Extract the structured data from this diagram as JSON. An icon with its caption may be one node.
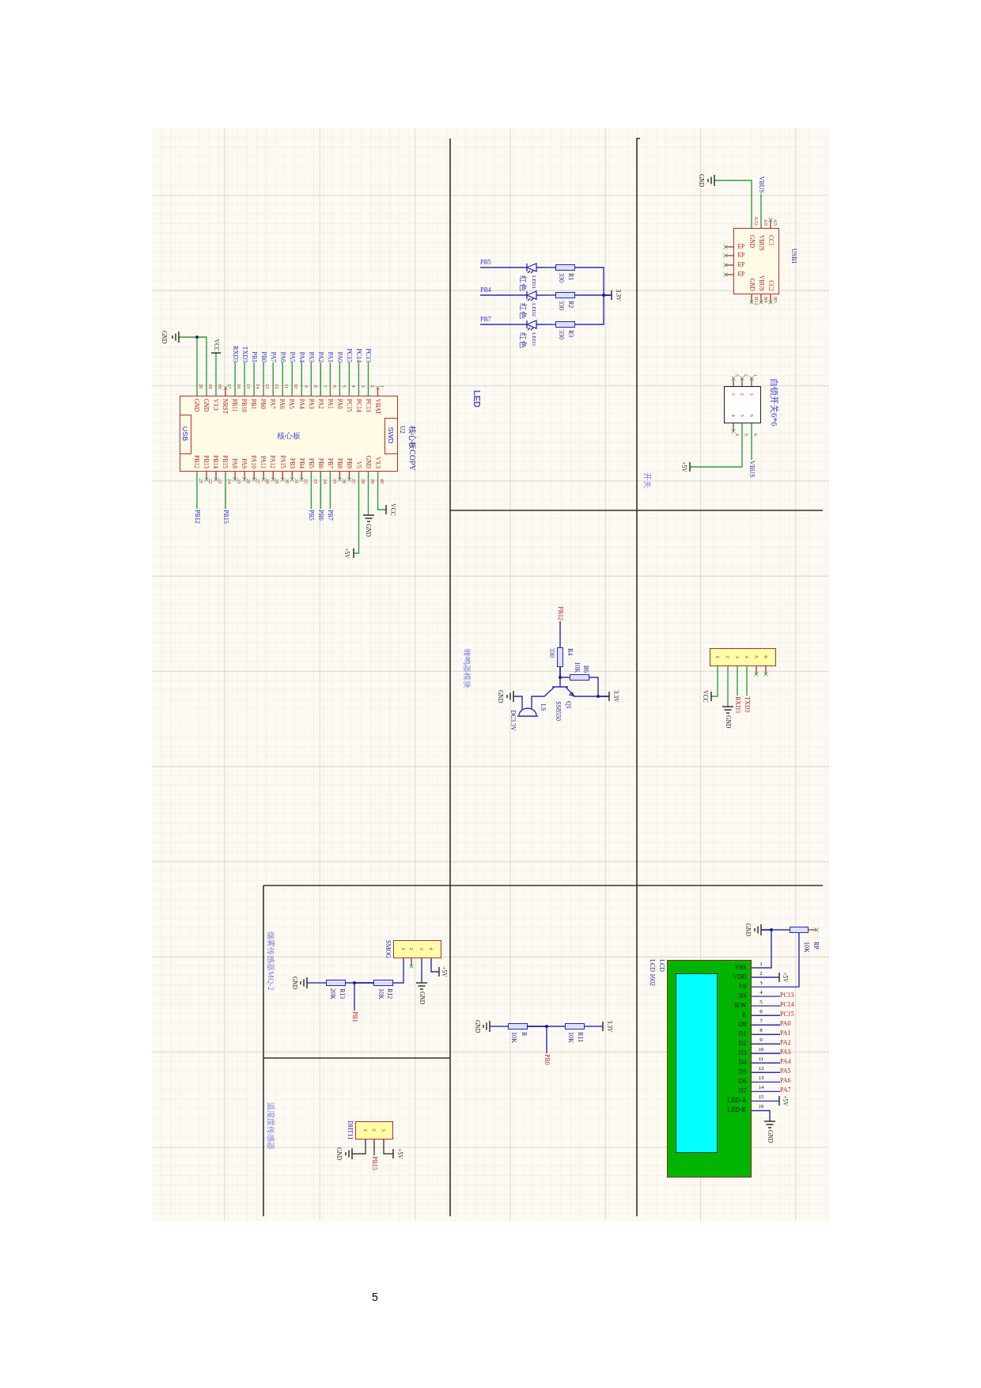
{
  "diagram": {
    "nodes": [
      {
        "text": [
          "核心板",
          "VBAT",
          "PC13",
          "PC14",
          "PC15",
          "PA0",
          "PA1",
          "PA2",
          "PA3",
          "PA4",
          "PA5",
          "PA6",
          "PA7",
          "PB0",
          "PB1",
          "PB10",
          "PB11",
          "NRST",
          "V3.3",
          "GND",
          "GND",
          "PB12",
          "PB13",
          "PB14",
          "PB15",
          "PA8",
          "PA9",
          "PA10",
          "PA11",
          "PA12",
          "PA15",
          "PB3",
          "PB4",
          "PB5",
          "PB6",
          "PB7",
          "PB8",
          "PB9",
          "V5",
          "GND",
          "V3.3"
        ],
        "beside": [
          "U2",
          "核心板COPY",
          "1",
          "2",
          "3",
          "4",
          "5",
          "6",
          "7",
          "8",
          "9",
          "10",
          "11",
          "12",
          "13",
          "14",
          "15",
          "16",
          "17",
          "18",
          "19",
          "20",
          "21",
          "22",
          "23",
          "24",
          "25",
          "26",
          "27",
          "28",
          "29",
          "30",
          "31",
          "32",
          "33",
          "34",
          "35",
          "36",
          "37",
          "38",
          "39",
          "40"
        ]
      },
      {
        "text": [
          "USB"
        ],
        "in": 0
      },
      {
        "text": [
          "SWD"
        ],
        "in": 0
      },
      {
        "text": [
          "RXD3"
        ]
      },
      {
        "text": [
          "TXD3"
        ]
      },
      {
        "text": [
          "PB1"
        ]
      },
      {
        "text": [
          "PB0"
        ]
      },
      {
        "text": [
          "PA7"
        ]
      },
      {
        "text": [
          "PA6"
        ]
      },
      {
        "text": [
          "PA5"
        ]
      },
      {
        "text": [
          "PA4"
        ]
      },
      {
        "text": [
          "PA3"
        ]
      },
      {
        "text": [
          "PA2"
        ]
      },
      {
        "text": [
          "PA1"
        ]
      },
      {
        "text": [
          "PA0"
        ]
      },
      {
        "text": [
          "PC15"
        ]
      },
      {
        "text": [
          "PC14"
        ]
      },
      {
        "text": [
          "PC13"
        ]
      },
      {
        "text": [
          "GND"
        ]
      },
      {
        "text": [
          "VCC"
        ]
      },
      {
        "text": [
          "PB12"
        ]
      },
      {
        "text": [
          "PB15"
        ]
      },
      {
        "text": [
          "PB5"
        ]
      },
      {
        "text": [
          "PB6"
        ]
      },
      {
        "text": [
          "PB7"
        ]
      },
      {
        "text": [
          "GND"
        ]
      },
      {
        "text": [
          "+5V"
        ]
      },
      {
        "text": [
          "VCC"
        ]
      },
      {
        "text": [
          "PB5"
        ]
      },
      {
        "text": [],
        "shape": "picture",
        "beside": [
          "LED1",
          "红色"
        ]
      },
      {
        "text": [],
        "shape": "box",
        "beside": [
          "R1",
          "330"
        ]
      },
      {
        "text": [
          "PB4"
        ]
      },
      {
        "text": [],
        "shape": "picture",
        "beside": [
          "LED2",
          "红色"
        ]
      },
      {
        "text": [],
        "shape": "box",
        "beside": [
          "R2",
          "330"
        ]
      },
      {
        "text": [
          "PB7"
        ]
      },
      {
        "text": [],
        "shape": "picture",
        "beside": [
          "LED3",
          "红色"
        ]
      },
      {
        "text": [],
        "shape": "box",
        "beside": [
          "R3",
          "330"
        ]
      },
      {
        "text": [
          "3.3V"
        ]
      },
      {
        "text": [
          "CC1",
          "VBUS",
          "GND",
          "EP",
          "EP",
          "EP",
          "EP",
          "CC2",
          "VBUS",
          "GND"
        ],
        "beside": [
          "USB1",
          "A12",
          "A9",
          "A5",
          "B12",
          "B9",
          "B5"
        ]
      },
      {
        "text": [
          "GND"
        ]
      },
      {
        "text": [
          "VBUS"
        ]
      },
      {
        "text": [
          "3",
          "2",
          "1",
          "4",
          "5",
          "6"
        ],
        "beside": [
          "自锁开关6*6",
          "3",
          "2",
          "1",
          "4",
          "5",
          "6"
        ]
      },
      {
        "text": [
          "+5V"
        ]
      },
      {
        "text": [
          "VBUS"
        ]
      },
      {
        "text": [
          "PB12"
        ]
      },
      {
        "text": [],
        "shape": "box",
        "beside": [
          "R4",
          "330"
        ]
      },
      {
        "text": [],
        "shape": "box",
        "beside": [
          "R6",
          "10K"
        ]
      },
      {
        "text": [
          "3.3V"
        ]
      },
      {
        "text": [],
        "shape": "picture",
        "beside": [
          "Q1",
          "SS8550"
        ]
      },
      {
        "text": [],
        "shape": "picture",
        "beside": [
          "LS",
          "DC3.3V"
        ]
      },
      {
        "text": [
          "GND"
        ]
      },
      {
        "text": [
          "1",
          "2",
          "3",
          "4",
          "5",
          "6"
        ]
      },
      {
        "text": [
          "VCC"
        ]
      },
      {
        "text": [
          "GND"
        ]
      },
      {
        "text": [
          "RXD3"
        ]
      },
      {
        "text": [
          "TXD3"
        ]
      },
      {
        "text": [
          "1",
          "2",
          "3",
          "4"
        ],
        "beside": [
          "SMOG"
        ]
      },
      {
        "text": [
          "+5V"
        ]
      },
      {
        "text": [
          "GND"
        ]
      },
      {
        "text": [],
        "shape": "box",
        "beside": [
          "R12",
          "10K"
        ]
      },
      {
        "text": [],
        "shape": "box",
        "beside": [
          "R13",
          "20K"
        ]
      },
      {
        "text": [
          "PB1"
        ]
      },
      {
        "text": [
          "GND"
        ]
      },
      {
        "text": [
          "1",
          "2",
          "3"
        ],
        "beside": [
          "DHT11"
        ]
      },
      {
        "text": [
          "GND"
        ]
      },
      {
        "text": [
          "PB15"
        ]
      },
      {
        "text": [
          "+5V"
        ]
      },
      {
        "text": [
          "GND"
        ]
      },
      {
        "text": [],
        "shape": "box",
        "beside": [
          "R",
          "10K"
        ]
      },
      {
        "text": [],
        "shape": "box",
        "beside": [
          "R11",
          "10K"
        ]
      },
      {
        "text": [
          "PB0"
        ]
      },
      {
        "text": [
          "3.3V"
        ]
      },
      {
        "text": [
          "VSS",
          "VDD",
          "V0",
          "RS",
          "R/W",
          "E",
          "D0",
          "D1",
          "D2",
          "D3",
          "D4",
          "D5",
          "D6",
          "D7",
          "LED-A",
          "LED-K"
        ],
        "beside": [
          "LCD",
          "LCD 1602",
          "1",
          "2",
          "3",
          "4",
          "5",
          "6",
          "7",
          "8",
          "9",
          "10",
          "11",
          "12",
          "13",
          "14",
          "15",
          "16"
        ]
      },
      {
        "text": [],
        "shape": "box",
        "in": 72
      },
      {
        "text": [
          "GND"
        ]
      },
      {
        "text": [],
        "shape": "box",
        "beside": [
          "RP",
          "10K"
        ]
      },
      {
        "text": [
          "+5V"
        ]
      },
      {
        "text": [
          "PC13"
        ]
      },
      {
        "text": [
          "PC14"
        ]
      },
      {
        "text": [
          "PC15"
        ]
      },
      {
        "text": [
          "PA0"
        ]
      },
      {
        "text": [
          "PA1"
        ]
      },
      {
        "text": [
          "PA2"
        ]
      },
      {
        "text": [
          "PA3"
        ]
      },
      {
        "text": [
          "PA4"
        ]
      },
      {
        "text": [
          "PA5"
        ]
      },
      {
        "text": [
          "PA6"
        ]
      },
      {
        "text": [
          "PA7"
        ]
      },
      {
        "text": [
          "+5V"
        ]
      },
      {
        "text": [
          "GND"
        ]
      }
    ],
    "edges": [
      {
        "from": 0,
        "to": 3,
        "arrow": "none",
        "color": "#2f9e3a"
      },
      {
        "from": 0,
        "to": 4,
        "arrow": "none",
        "color": "#2f9e3a"
      },
      {
        "from": 0,
        "to": 5,
        "arrow": "none",
        "color": "#2f9e3a"
      },
      {
        "from": 0,
        "to": 6,
        "arrow": "none",
        "color": "#2f9e3a"
      },
      {
        "from": 0,
        "to": 7,
        "arrow": "none",
        "color": "#2f9e3a"
      },
      {
        "from": 0,
        "to": 8,
        "arrow": "none",
        "color": "#2f9e3a"
      },
      {
        "from": 0,
        "to": 9,
        "arrow": "none",
        "color": "#2f9e3a"
      },
      {
        "from": 0,
        "to": 10,
        "arrow": "none",
        "color": "#2f9e3a"
      },
      {
        "from": 0,
        "to": 11,
        "arrow": "none",
        "color": "#2f9e3a"
      },
      {
        "from": 0,
        "to": 12,
        "arrow": "none",
        "color": "#2f9e3a"
      },
      {
        "from": 0,
        "to": 13,
        "arrow": "none",
        "color": "#2f9e3a"
      },
      {
        "from": 0,
        "to": 14,
        "arrow": "none",
        "color": "#2f9e3a"
      },
      {
        "from": 0,
        "to": 15,
        "arrow": "none",
        "color": "#2f9e3a"
      },
      {
        "from": 0,
        "to": 16,
        "arrow": "none",
        "color": "#2f9e3a"
      },
      {
        "from": 0,
        "to": 17,
        "arrow": "none",
        "color": "#2f9e3a"
      },
      {
        "from": 0,
        "to": 18,
        "arrow": "none",
        "color": "#2f9e3a"
      },
      {
        "from": 0,
        "to": 19,
        "arrow": "none",
        "color": "#2f9e3a"
      },
      {
        "from": 0,
        "to": 20,
        "arrow": "none",
        "color": "#2f9e3a"
      },
      {
        "from": 0,
        "to": 21,
        "arrow": "none",
        "color": "#2f9e3a"
      },
      {
        "from": 0,
        "to": 22,
        "arrow": "none",
        "color": "#2f9e3a"
      },
      {
        "from": 0,
        "to": 23,
        "arrow": "none",
        "color": "#2f9e3a"
      },
      {
        "from": 0,
        "to": 24,
        "arrow": "none",
        "color": "#2f9e3a"
      },
      {
        "from": 0,
        "to": 25,
        "arrow": "none",
        "color": "#2f9e3a"
      },
      {
        "from": 0,
        "to": 26,
        "arrow": "none",
        "color": "#2f9e3a"
      },
      {
        "from": 0,
        "to": 27,
        "arrow": "none",
        "color": "#2f9e3a"
      },
      {
        "from": 28,
        "to": 29,
        "arrow": "none"
      },
      {
        "from": 29,
        "to": 30,
        "arrow": "none"
      },
      {
        "from": 30,
        "to": 37,
        "arrow": "none"
      },
      {
        "from": 31,
        "to": 32,
        "arrow": "none"
      },
      {
        "from": 32,
        "to": 33,
        "arrow": "none"
      },
      {
        "from": 33,
        "to": 37,
        "arrow": "none"
      },
      {
        "from": 34,
        "to": 35,
        "arrow": "none"
      },
      {
        "from": 35,
        "to": 36,
        "arrow": "none"
      },
      {
        "from": 36,
        "to": 37,
        "arrow": "none"
      },
      {
        "from": 38,
        "to": 39,
        "arrow": "none",
        "color": "#2f9e3a"
      },
      {
        "from": 38,
        "to": 40,
        "arrow": "none",
        "color": "#2f9e3a"
      },
      {
        "from": 41,
        "to": 42,
        "arrow": "none",
        "color": "#2f9e3a"
      },
      {
        "from": 41,
        "to": 43,
        "arrow": "none",
        "color": "#2f9e3a"
      },
      {
        "from": 44,
        "to": 45,
        "arrow": "none"
      },
      {
        "from": 45,
        "to": 46,
        "arrow": "none"
      },
      {
        "from": 45,
        "to": 48,
        "arrow": "none"
      },
      {
        "from": 46,
        "to": 47,
        "arrow": "none"
      },
      {
        "from": 48,
        "to": 47,
        "arrow": "none"
      },
      {
        "from": 48,
        "to": 49,
        "arrow": "none"
      },
      {
        "from": 49,
        "to": 50,
        "arrow": "none"
      },
      {
        "from": 51,
        "to": 52,
        "arrow": "none",
        "color": "#2f9e3a"
      },
      {
        "from": 51,
        "to": 53,
        "arrow": "none",
        "color": "#2f9e3a"
      },
      {
        "from": 51,
        "to": 54,
        "arrow": "none",
        "color": "#2f9e3a"
      },
      {
        "from": 51,
        "to": 55,
        "arrow": "none",
        "color": "#2f9e3a"
      },
      {
        "from": 56,
        "to": 59,
        "arrow": "none"
      },
      {
        "from": 56,
        "to": 58,
        "arrow": "none"
      },
      {
        "from": 56,
        "to": 57,
        "arrow": "none"
      },
      {
        "from": 59,
        "to": 60,
        "arrow": "none"
      },
      {
        "from": 59,
        "to": 61,
        "arrow": "none"
      },
      {
        "from": 60,
        "to": 62,
        "arrow": "none"
      },
      {
        "from": 63,
        "to": 64,
        "arrow": "none",
        "color": "#404040"
      },
      {
        "from": 63,
        "to": 65,
        "arrow": "none",
        "color": "#404040"
      },
      {
        "from": 63,
        "to": 66,
        "arrow": "none",
        "color": "#404040"
      },
      {
        "from": 67,
        "to": 68,
        "arrow": "none"
      },
      {
        "from": 68,
        "to": 69,
        "arrow": "none"
      },
      {
        "from": 68,
        "to": 70,
        "arrow": "none"
      },
      {
        "from": 69,
        "to": 71,
        "arrow": "none"
      },
      {
        "from": 72,
        "to": 74,
        "arrow": "none"
      },
      {
        "from": 75,
        "to": 74,
        "arrow": "none"
      },
      {
        "from": 72,
        "to": 75,
        "arrow": "none"
      },
      {
        "from": 72,
        "to": 76,
        "arrow": "none"
      },
      {
        "from": 72,
        "to": 77,
        "arrow": "none"
      },
      {
        "from": 72,
        "to": 78,
        "arrow": "none"
      },
      {
        "from": 72,
        "to": 79,
        "arrow": "none"
      },
      {
        "from": 72,
        "to": 80,
        "arrow": "none"
      },
      {
        "from": 72,
        "to": 81,
        "arrow": "none"
      },
      {
        "from": 72,
        "to": 82,
        "arrow": "none"
      },
      {
        "from": 72,
        "to": 83,
        "arrow": "none"
      },
      {
        "from": 72,
        "to": 84,
        "arrow": "none"
      },
      {
        "from": 72,
        "to": 85,
        "arrow": "none"
      },
      {
        "from": 72,
        "to": 86,
        "arrow": "none"
      },
      {
        "from": 72,
        "to": 87,
        "arrow": "none"
      },
      {
        "from": 72,
        "to": 88,
        "arrow": "none"
      },
      {
        "from": 72,
        "to": 89,
        "arrow": "none"
      }
    ],
    "labels": [
      "LED",
      "开关",
      "蜂鸣器模块",
      "烟雾传感器MQ-2",
      "温湿度传感器",
      "5"
    ]
  }
}
